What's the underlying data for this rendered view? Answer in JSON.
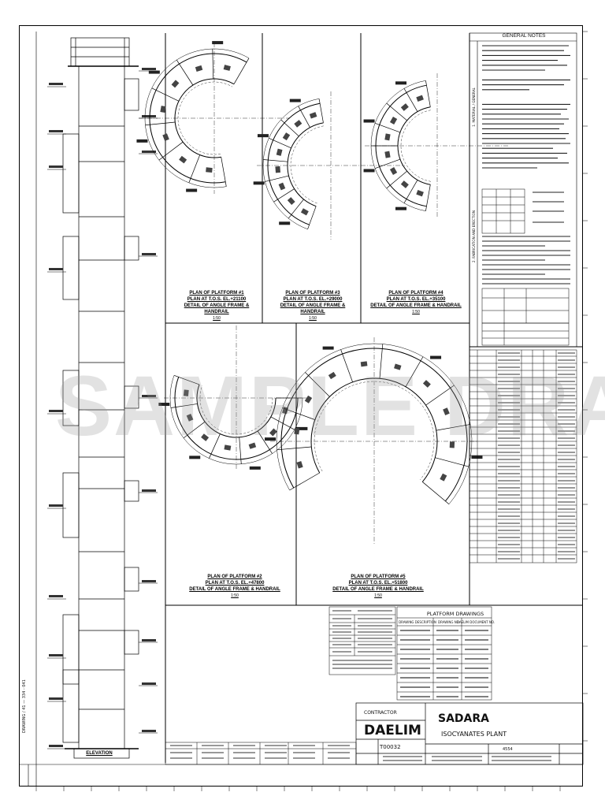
{
  "watermark": "SAMPLE DRAWING",
  "general_notes_title": "GENERAL NOTES",
  "notes_sections": [
    "1. MATERIAL / GENERAL",
    "2. FABRICATION AND ERECTION"
  ],
  "elevation_caption": "ELEVATION",
  "plans": [
    {
      "id": "p1",
      "title": "PLAN OF PLATFORM #1",
      "sub1": "PLAN AT T.O.S. EL.+21100",
      "sub2": "DETAIL OF ANGLE FRAME & HANDRAIL",
      "scale": "1:50"
    },
    {
      "id": "p3",
      "title": "PLAN OF PLATFORM #3",
      "sub1": "PLAN AT T.O.S. EL.+29000",
      "sub2": "DETAIL OF ANGLE FRAME & HANDRAIL",
      "scale": "1:50"
    },
    {
      "id": "p4",
      "title": "PLAN OF PLATFORM #4",
      "sub1": "PLAN AT T.O.S. EL.+35100",
      "sub2": "DETAIL OF ANGLE FRAME & HANDRAIL",
      "scale": "1:50"
    },
    {
      "id": "p2",
      "title": "PLAN OF PLATFORM #2",
      "sub1": "PLAN AT T.O.S. EL.+47800",
      "sub2": "DETAIL OF ANGLE FRAME & HANDRAIL",
      "scale": "1:50"
    },
    {
      "id": "p5",
      "title": "PLAN OF PLATFORM #5",
      "sub1": "PLAN AT T.O.S. EL.+51800",
      "sub2": "DETAIL OF ANGLE FRAME & HANDRAIL",
      "scale": "1:50"
    }
  ],
  "platform_drawings_title": "PLATFORM DRAWINGS",
  "platform_drawings_headers": [
    "DRAWING DESCRIPTION",
    "DRAWING NO.",
    "DAELIM DOCUMENT NO."
  ],
  "contractor_label": "CONTRACTOR",
  "contractor": "DAELIM",
  "owner": "SADARA",
  "plant": "ISOCYANATES PLANT",
  "project_no": "T00032",
  "unit_no": "4554",
  "margin_text": "DRAWING / 41 — 334 - 041",
  "colors": {
    "line": "#000000",
    "watermark": "#969696",
    "paper": "#ffffff"
  }
}
